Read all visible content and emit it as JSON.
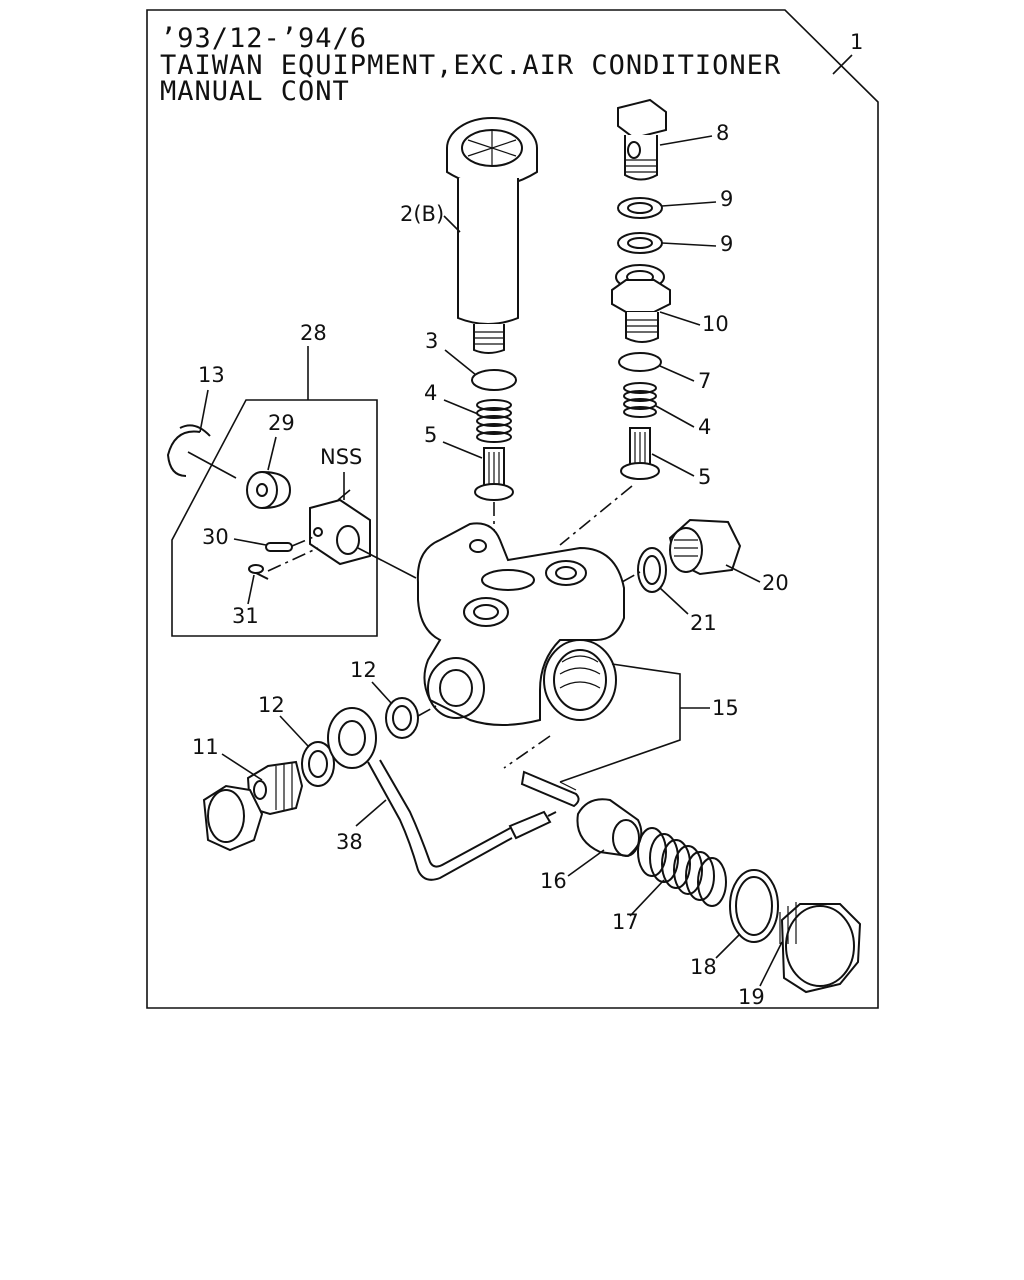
{
  "header": {
    "line1": "’93/12-’94/6",
    "line2": "TAIWAN EQUIPMENT,EXC.AIR CONDITIONER",
    "line3": "MANUAL CONT"
  },
  "callouts": {
    "c1": "1",
    "c2b": "2(B)",
    "c3": "3",
    "c4a": "4",
    "c4b": "4",
    "c5a": "5",
    "c5b": "5",
    "c7": "7",
    "c8": "8",
    "c9a": "9",
    "c9b": "9",
    "c10": "10",
    "c11": "11",
    "c12a": "12",
    "c12b": "12",
    "c13": "13",
    "c15": "15",
    "c16": "16",
    "c17": "17",
    "c18": "18",
    "c19": "19",
    "c20": "20",
    "c21": "21",
    "c28": "28",
    "c29": "29",
    "c30": "30",
    "c31": "31",
    "c38": "38",
    "nss": "NSS"
  }
}
